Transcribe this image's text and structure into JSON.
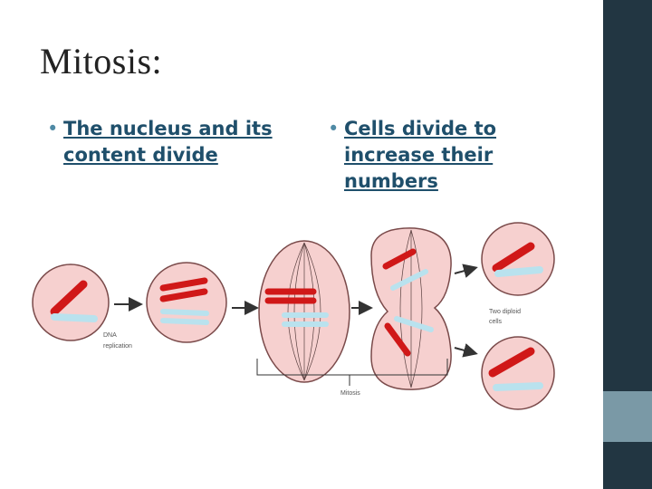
{
  "slide": {
    "title": "Mitosis:",
    "bullets": [
      {
        "text": "The nucleus and its content divide"
      },
      {
        "text": "Cells divide to increase their numbers"
      }
    ]
  },
  "diagram": {
    "labels": {
      "dna": "DNA",
      "replication": "replication",
      "two_diploid": "Two diploid",
      "cells": "cells",
      "mitosis": "Mitosis"
    },
    "colors": {
      "cell_fill": "#f6d0cf",
      "cell_stroke": "#7a4a4a",
      "red_chromosome": "#d01818",
      "blue_chromosome": "#b9e2ee",
      "arrow": "#333333"
    }
  },
  "theme": {
    "accent_dark": "#223642",
    "accent_light": "#7a99a6",
    "bullet_text": "#1f4f6b"
  }
}
